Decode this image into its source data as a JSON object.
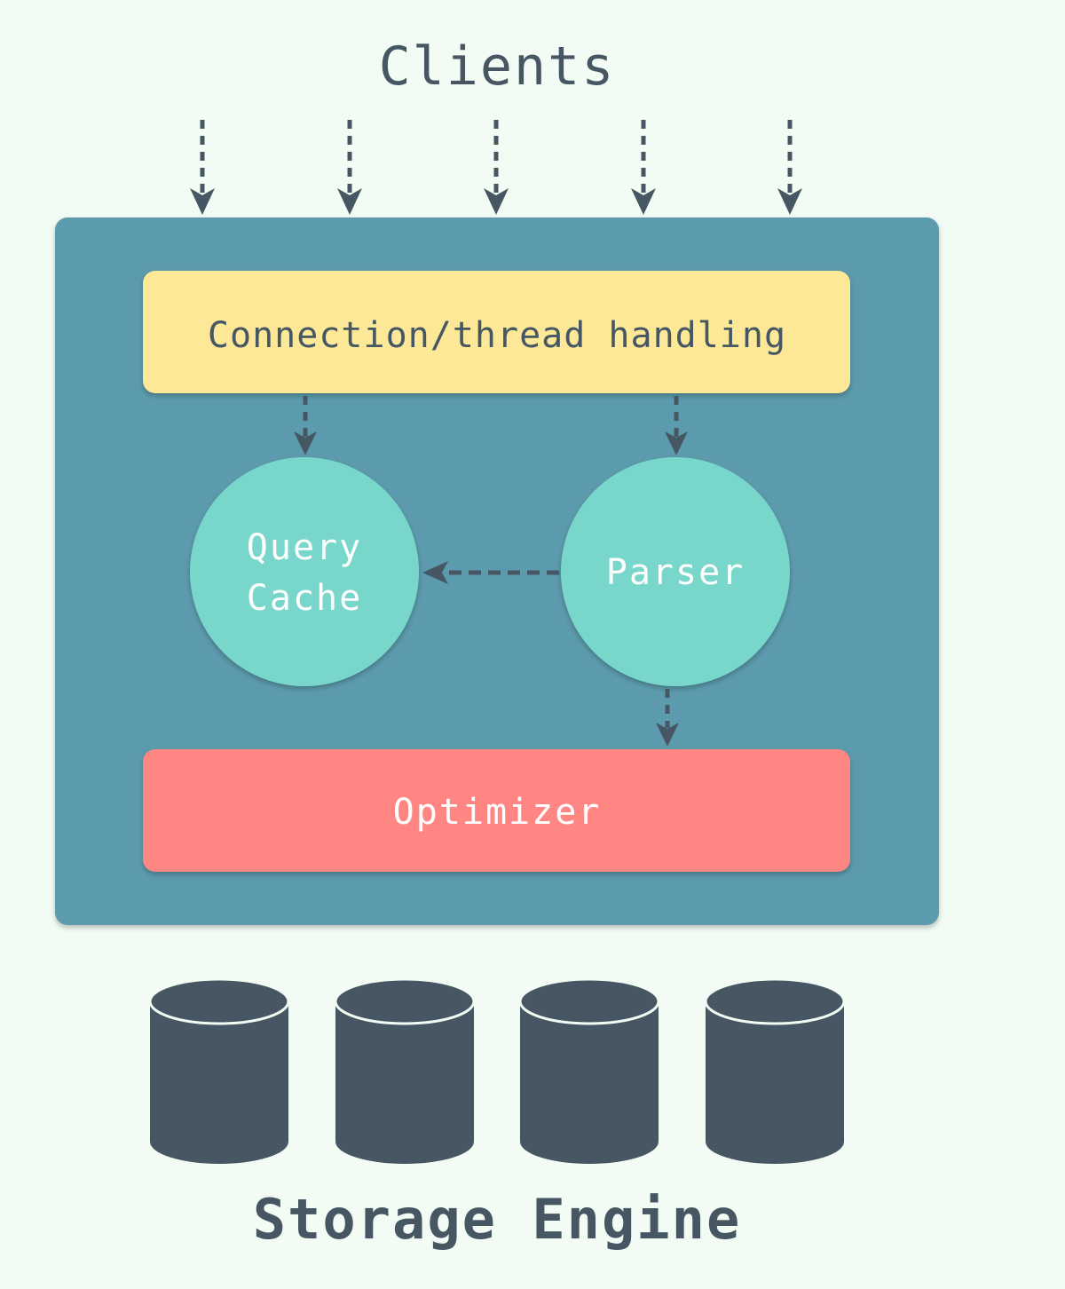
{
  "diagram": {
    "title_top": "Clients",
    "title_bottom": "Storage Engine",
    "connection_label": "Connection/thread handling",
    "query_cache_line1": "Query",
    "query_cache_line2": "Cache",
    "parser_label": "Parser",
    "optimizer_label": "Optimizer"
  },
  "colors": {
    "background": "#f2fcf4",
    "server_box": "#5b9bad",
    "connection_box": "#fce897",
    "circle": "#78d6cb",
    "optimizer_box": "#ff8683",
    "dark": "#465763"
  }
}
